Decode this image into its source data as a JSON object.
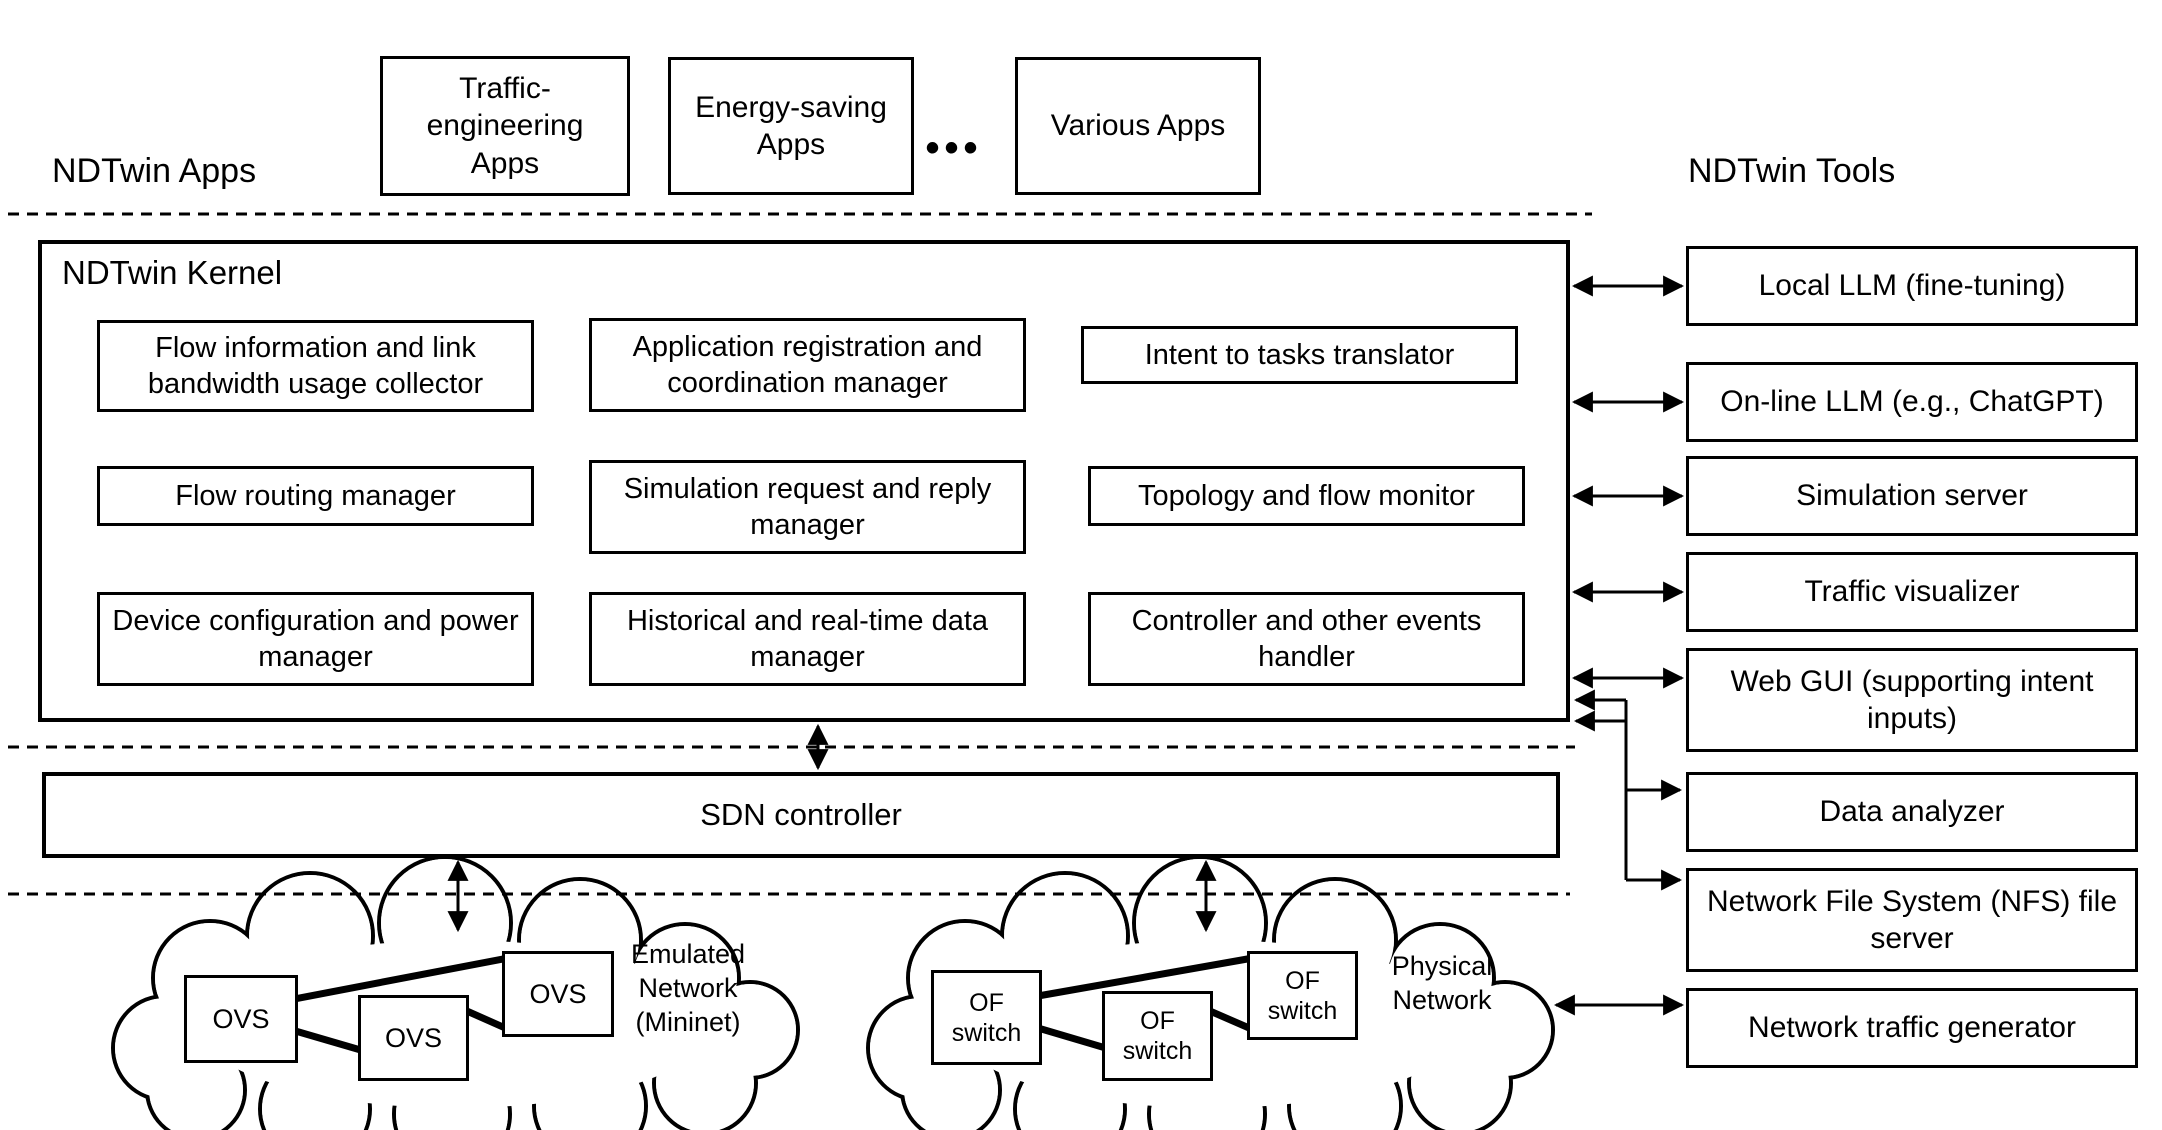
{
  "title": "NDTwin architecture diagram",
  "colors": {
    "ink": "#000000",
    "background": "#ffffff"
  },
  "apps_section": {
    "label": "NDTwin Apps",
    "ellipsis": "•••",
    "boxes": [
      "Traffic-engineering Apps",
      "Energy-saving Apps",
      "Various Apps"
    ]
  },
  "tools_section": {
    "label": "NDTwin Tools",
    "boxes": [
      "Local LLM (fine-tuning)",
      "On-line LLM (e.g., ChatGPT)",
      "Simulation server",
      "Traffic visualizer",
      "Web GUI (supporting intent inputs)",
      "Data analyzer",
      "Network File System (NFS) file server",
      "Network traffic generator"
    ]
  },
  "kernel": {
    "label": "NDTwin Kernel",
    "modules": [
      "Flow information and link bandwidth usage collector",
      "Application registration and coordination manager",
      "Intent to tasks translator",
      "Flow routing manager",
      "Simulation request and reply manager",
      "Topology and flow monitor",
      "Device configuration and power manager",
      "Historical and real-time data manager",
      "Controller and other events handler"
    ]
  },
  "sdn": {
    "label": "SDN controller"
  },
  "networks": {
    "emulated": {
      "label": "Emulated Network (Mininet)",
      "nodes": [
        "OVS",
        "OVS",
        "OVS"
      ]
    },
    "physical": {
      "label": "Physical Network",
      "nodes": [
        "OF switch",
        "OF switch",
        "OF switch"
      ]
    }
  }
}
